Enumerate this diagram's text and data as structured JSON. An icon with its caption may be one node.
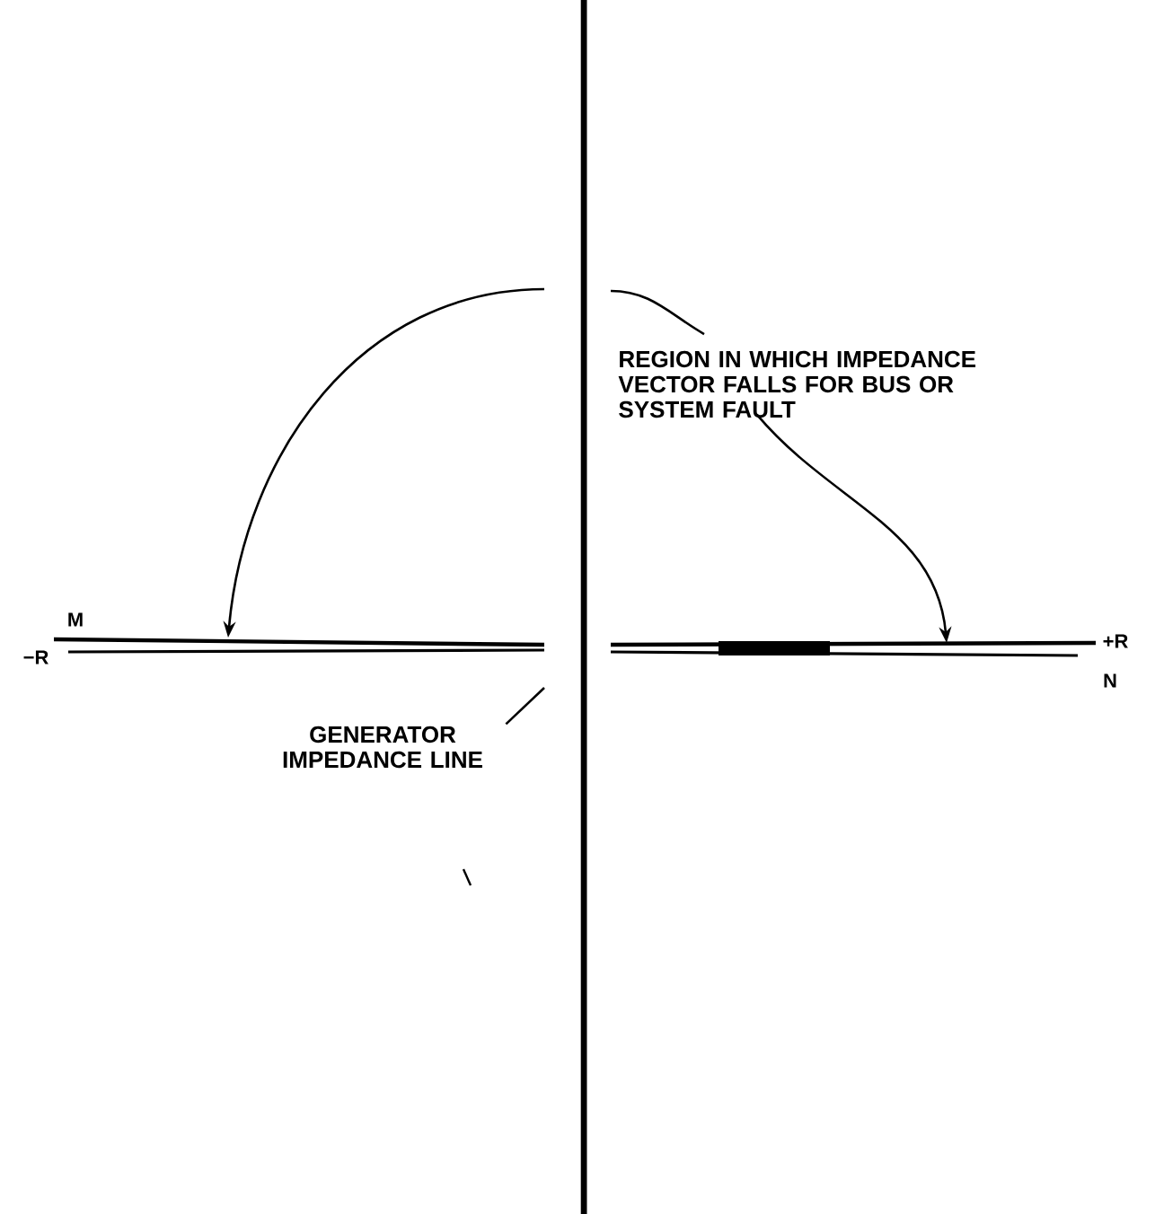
{
  "diagram": {
    "nodes": [
      {
        "text": [
          "REGION IN WHICH IMPEDANCE VECTOR FALLS FOR BUS OR SYSTEM FAULT"
        ]
      },
      {
        "text": [
          "GENERATOR IMPEDANCE LINE"
        ]
      }
    ],
    "edges": [
      {
        "from": 0,
        "to": null,
        "arrow": "to"
      },
      {
        "from": 1,
        "to": null,
        "arrow": "none"
      }
    ],
    "labels": [
      "M",
      "−R",
      "+R",
      "N"
    ]
  }
}
